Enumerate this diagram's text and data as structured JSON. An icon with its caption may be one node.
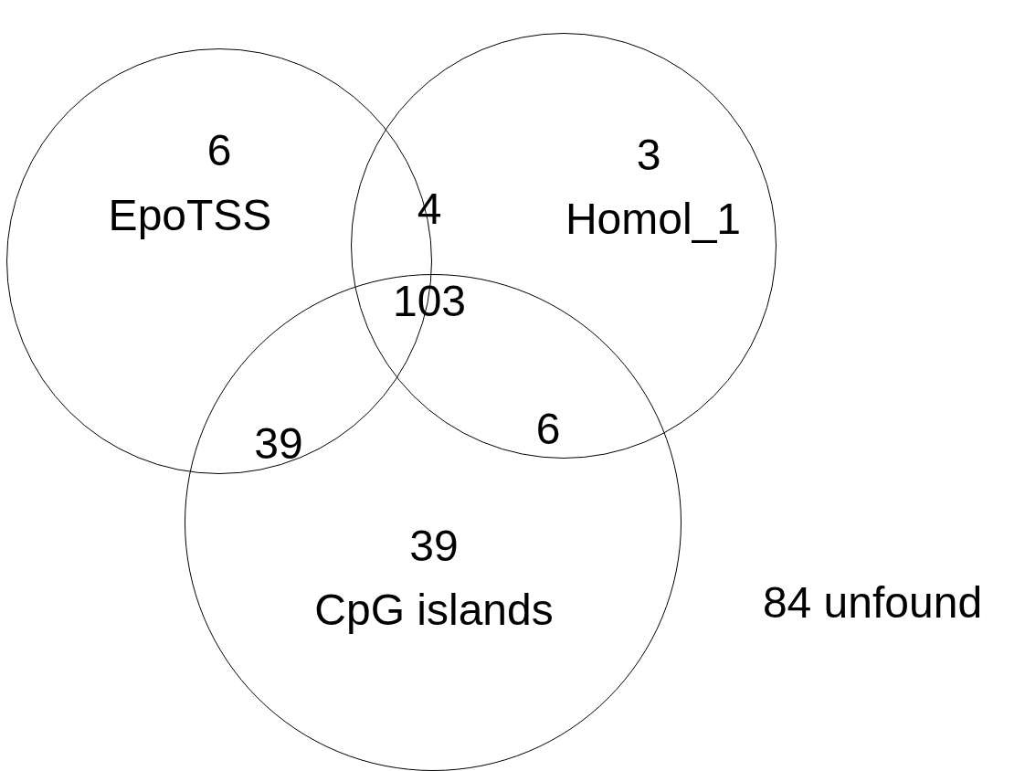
{
  "diagram": {
    "nodes": [
      {
        "text": [
          "6",
          "EpoTSS"
        ]
      },
      {
        "text": [
          "3",
          "Homol_1"
        ]
      },
      {
        "text": [
          "39",
          "CpG islands"
        ]
      }
    ],
    "labels": [
      "4",
      "103",
      "39",
      "6",
      "84 unfound"
    ]
  }
}
